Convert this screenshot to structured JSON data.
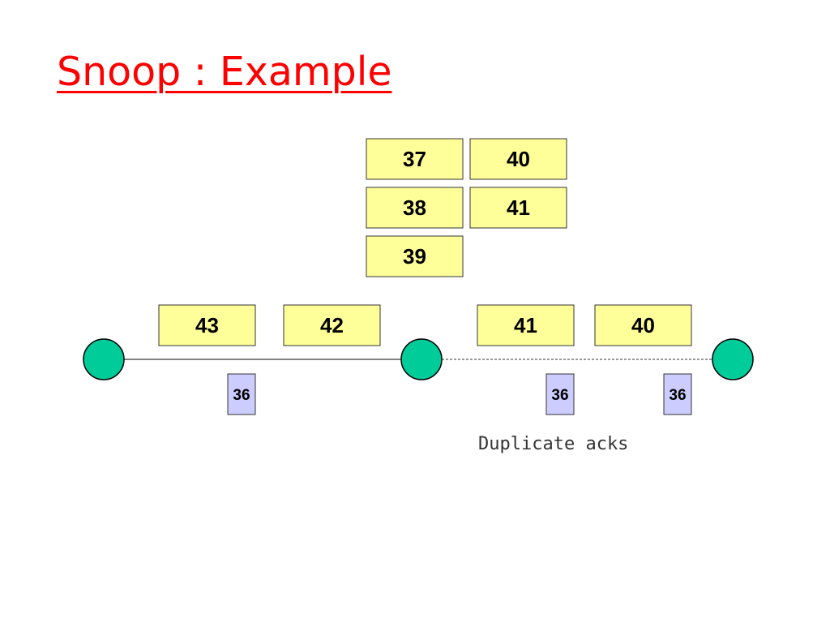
{
  "slide": {
    "title": "Snoop : Example",
    "caption": "Duplicate acks"
  },
  "buffer_packets": [
    "37",
    "40",
    "38",
    "41",
    "39"
  ],
  "link_packets": [
    "43",
    "42",
    "41",
    "40"
  ],
  "acks": [
    "36",
    "36",
    "36"
  ],
  "colors": {
    "title": "#ff0000",
    "packet_fill": "#ffff99",
    "ack_fill": "#ccccff",
    "node_fill": "#00cc99"
  }
}
